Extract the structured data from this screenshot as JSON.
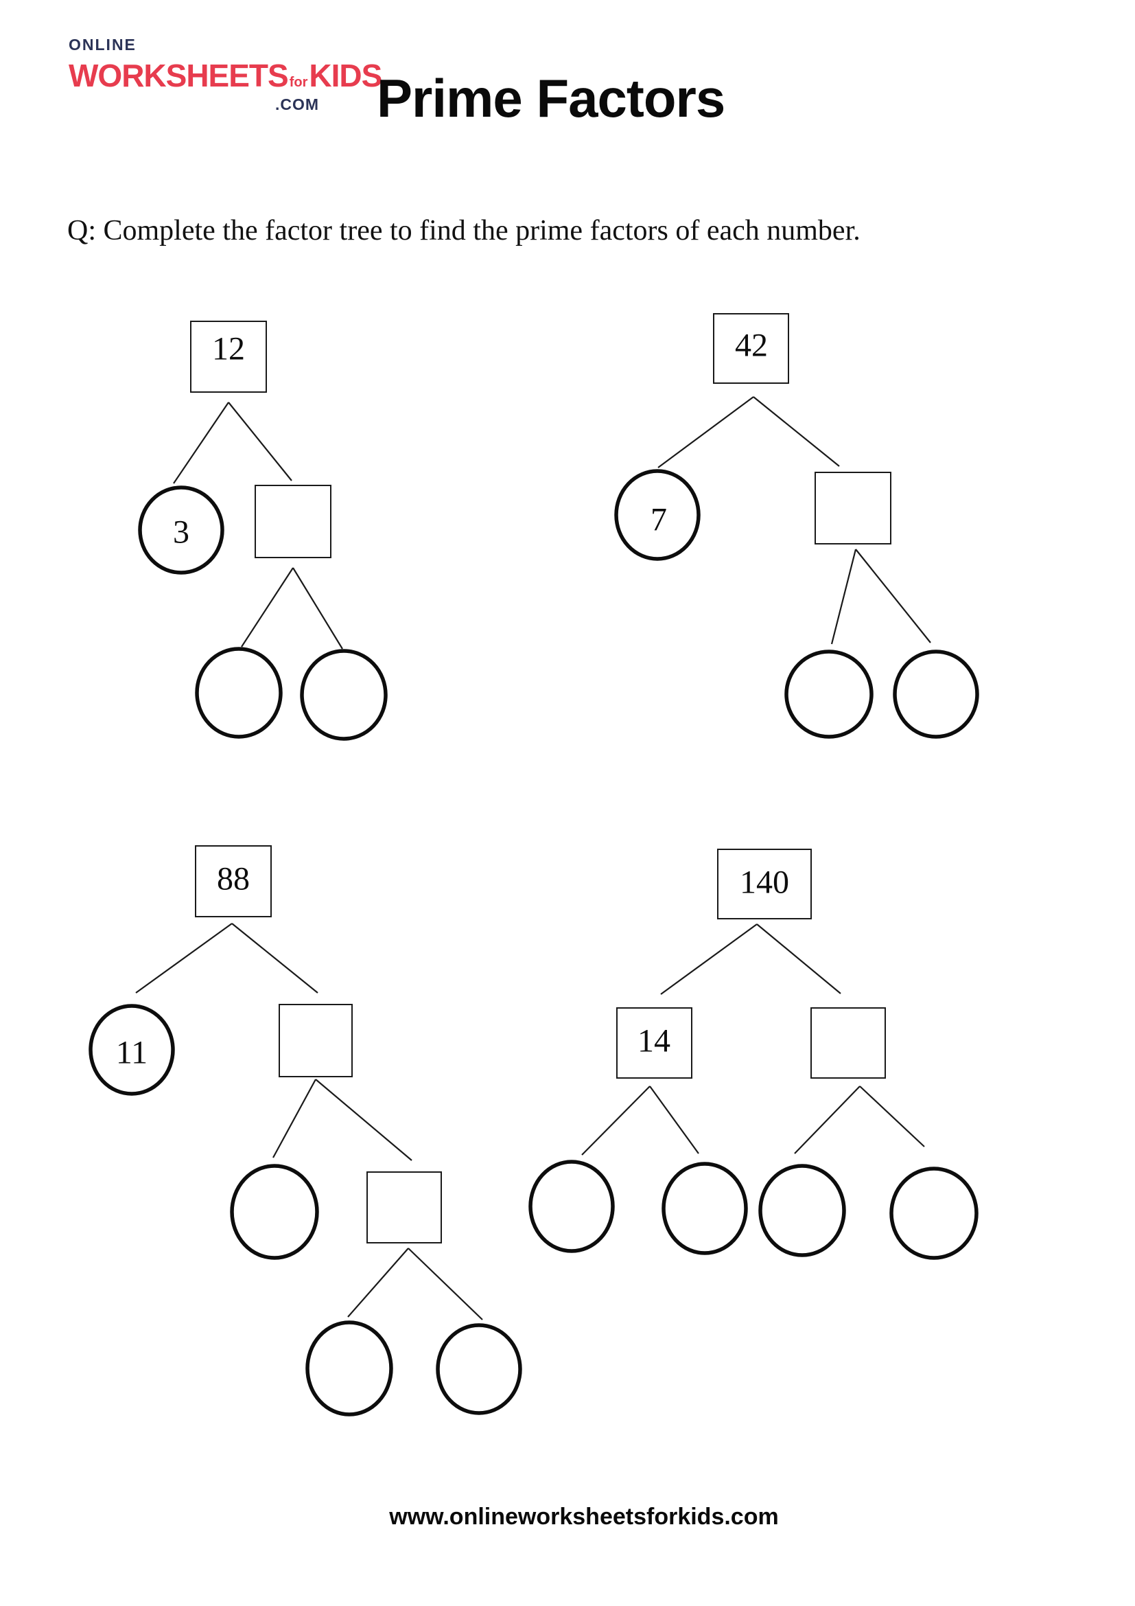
{
  "header": {
    "logo": {
      "top_text": "ONLINE",
      "brand_worksheets": "WORKSHEETS",
      "brand_for": "for",
      "brand_kids": "KIDS",
      "brand_suffix": ".COM"
    },
    "title": "Prime Factors"
  },
  "question": "Q: Complete the factor tree to find the prime factors of each number.",
  "trees": [
    {
      "root": "12",
      "given_prime": "3"
    },
    {
      "root": "42",
      "given_prime": "7"
    },
    {
      "root": "88",
      "given_prime": "11"
    },
    {
      "root": "140",
      "given_factor": "14"
    }
  ],
  "footer": "www.onlineworksheetsforkids.com",
  "colors": {
    "brand_red": "#e73c4e",
    "brand_navy": "#2b3357",
    "ink": "#111111"
  }
}
